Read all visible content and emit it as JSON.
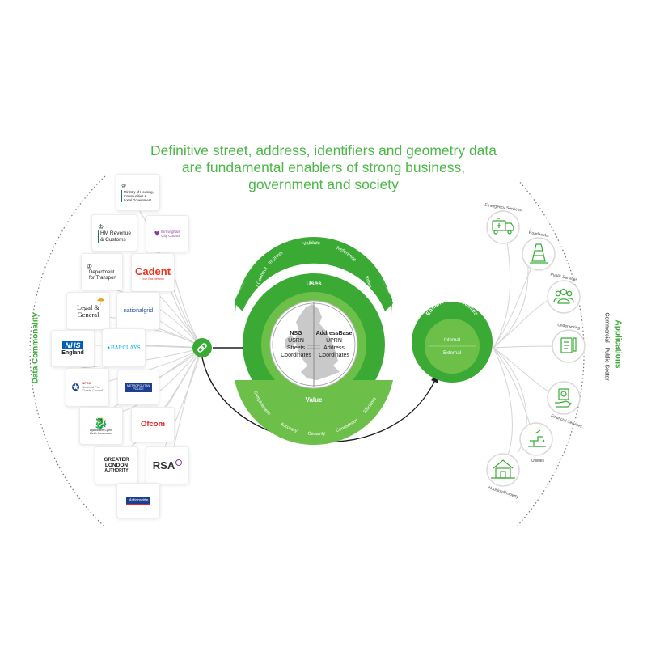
{
  "headline": {
    "lines": [
      "Definitive street, address, identifiers and geometry data",
      "are fundamental enablers of strong business,",
      "government and society"
    ]
  },
  "left_panel": {
    "title": "Data Commonality",
    "logos": [
      {
        "id": "mhclg",
        "lines": [
          "Ministry of Housing,",
          "Communities &",
          "Local Government"
        ]
      },
      {
        "id": "hmrc",
        "lines": [
          "HM Revenue",
          "& Customs"
        ]
      },
      {
        "id": "birmingham",
        "lines": [
          "Birmingham",
          "City Council"
        ]
      },
      {
        "id": "dft",
        "lines": [
          "Department",
          "for Transport"
        ]
      },
      {
        "id": "cadent",
        "name": "Cadent",
        "tagline": "Your Gas Network"
      },
      {
        "id": "legal_general",
        "lines": [
          "Legal &",
          "General"
        ]
      },
      {
        "id": "national_grid",
        "name": "nationalgrid"
      },
      {
        "id": "nhs",
        "badge": "NHS",
        "region": "England"
      },
      {
        "id": "barclays",
        "name": "BARCLAYS"
      },
      {
        "id": "nfcc",
        "name": "NFCC",
        "sub": "National Fire Chiefs Council"
      },
      {
        "id": "met_police",
        "lines": [
          "METROPOLITAN",
          "POLICE"
        ]
      },
      {
        "id": "welsh_gov",
        "lines": [
          "Llywodraeth Cymru",
          "Welsh Government"
        ]
      },
      {
        "id": "ofcom",
        "name": "Ofcom"
      },
      {
        "id": "gla",
        "lines": [
          "GREATER",
          "LONDON",
          "AUTHORITY"
        ]
      },
      {
        "id": "rsa",
        "name": "RSA"
      },
      {
        "id": "nationwide",
        "name": "Nationwide"
      }
    ]
  },
  "center": {
    "link_icon": "link-icon",
    "uses": {
      "title": "Uses",
      "items": [
        "Link / Connect",
        "Improve",
        "Validate",
        "Reference",
        "Index"
      ]
    },
    "value": {
      "title": "Value",
      "items": [
        "Completeness",
        "Accuracy",
        "Certainty",
        "Consistency",
        "Efficiency"
      ]
    },
    "nsg": {
      "title": "NSG",
      "lines": [
        "USRN",
        "Streets",
        "Coordinates"
      ]
    },
    "addressbase": {
      "title": "AddressBase",
      "lines": [
        "UPRN",
        "Address",
        "Coordinates"
      ]
    }
  },
  "enhanced_processes": {
    "title": "Enhanced Processes",
    "items": [
      "Internal",
      "External"
    ]
  },
  "right_panel": {
    "title": "Applications",
    "subtitle": "Commercial | Public Sector",
    "applications": [
      {
        "label": "Emergency Services",
        "icon": "ambulance-icon"
      },
      {
        "label": "Roadworks",
        "icon": "traffic-cone-icon"
      },
      {
        "label": "Public Services",
        "icon": "people-group-icon"
      },
      {
        "label": "Underwriting",
        "icon": "document-pen-icon"
      },
      {
        "label": "Financial Services",
        "icon": "money-hand-icon"
      },
      {
        "label": "Utilities",
        "icon": "water-tap-icon"
      },
      {
        "label": "Housing/Property",
        "icon": "house-icon"
      }
    ]
  },
  "colors": {
    "brand_green": "#3aaa35",
    "light_green": "#6cc04a",
    "pale_green": "#8fd16f",
    "headline_green": "#4cb848",
    "line_gray": "#d0d0d0",
    "dark_line": "#222222"
  }
}
